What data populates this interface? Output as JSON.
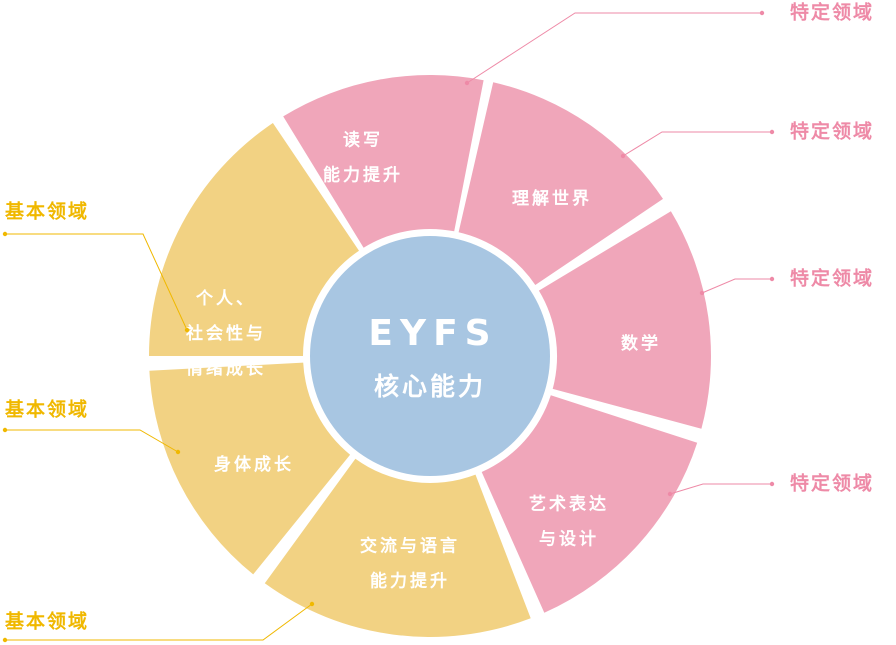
{
  "center": {
    "title": "EYFS",
    "subtitle": "核心能力"
  },
  "colors": {
    "basic": "#f2d283",
    "specific": "#f0a6ba",
    "center": "#a8c6e2",
    "basic_label": "#f0b800",
    "specific_label": "#ee8aa7",
    "gap": "#ffffff"
  },
  "segments": [
    {
      "id": "literacy",
      "lines": [
        "读写",
        "能力提升"
      ],
      "category": "specific"
    },
    {
      "id": "understanding-world",
      "lines": [
        "理解世界"
      ],
      "category": "specific"
    },
    {
      "id": "mathematics",
      "lines": [
        "数学"
      ],
      "category": "specific"
    },
    {
      "id": "arts-design",
      "lines": [
        "艺术表达",
        "与设计"
      ],
      "category": "specific"
    },
    {
      "id": "communication-language",
      "lines": [
        "交流与语言",
        "能力提升"
      ],
      "category": "basic"
    },
    {
      "id": "physical-development",
      "lines": [
        "身体成长"
      ],
      "category": "basic"
    },
    {
      "id": "personal-social-emotional",
      "lines": [
        "个人、",
        "社会性与",
        "情绪成长"
      ],
      "category": "basic"
    }
  ],
  "callouts": [
    {
      "label": "特定领域",
      "category": "specific"
    },
    {
      "label": "特定领域",
      "category": "specific"
    },
    {
      "label": "特定领域",
      "category": "specific"
    },
    {
      "label": "特定领域",
      "category": "specific"
    },
    {
      "label": "基本领域",
      "category": "basic"
    },
    {
      "label": "基本领域",
      "category": "basic"
    },
    {
      "label": "基本领域",
      "category": "basic"
    }
  ]
}
